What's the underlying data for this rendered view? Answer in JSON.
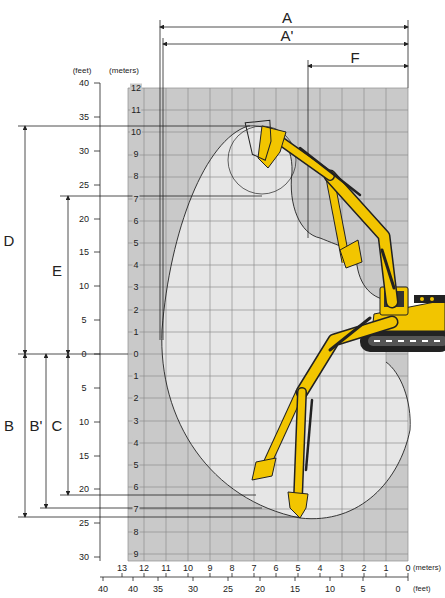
{
  "diagram": {
    "labels": [
      "A",
      "A'",
      "F",
      "D",
      "E",
      "B",
      "B'",
      "C",
      "(feet)",
      "(meters)",
      "12",
      "11",
      "10",
      "9",
      "8",
      "7",
      "6",
      "5",
      "4",
      "3",
      "2",
      "1",
      "0",
      "1",
      "2",
      "3",
      "4",
      "5",
      "6",
      "7",
      "8",
      "9",
      "40",
      "35",
      "30",
      "25",
      "20",
      "15",
      "10",
      "5",
      "0",
      "5",
      "10",
      "15",
      "20",
      "25",
      "30",
      "13",
      "12",
      "11",
      "10",
      "9",
      "8",
      "7",
      "6",
      "5",
      "4",
      "3",
      "2",
      "1",
      "0",
      "(meters)",
      "40",
      "40",
      "35",
      "30",
      "25",
      "20",
      "15",
      "10",
      "5",
      "0",
      "(feet)"
    ]
  }
}
